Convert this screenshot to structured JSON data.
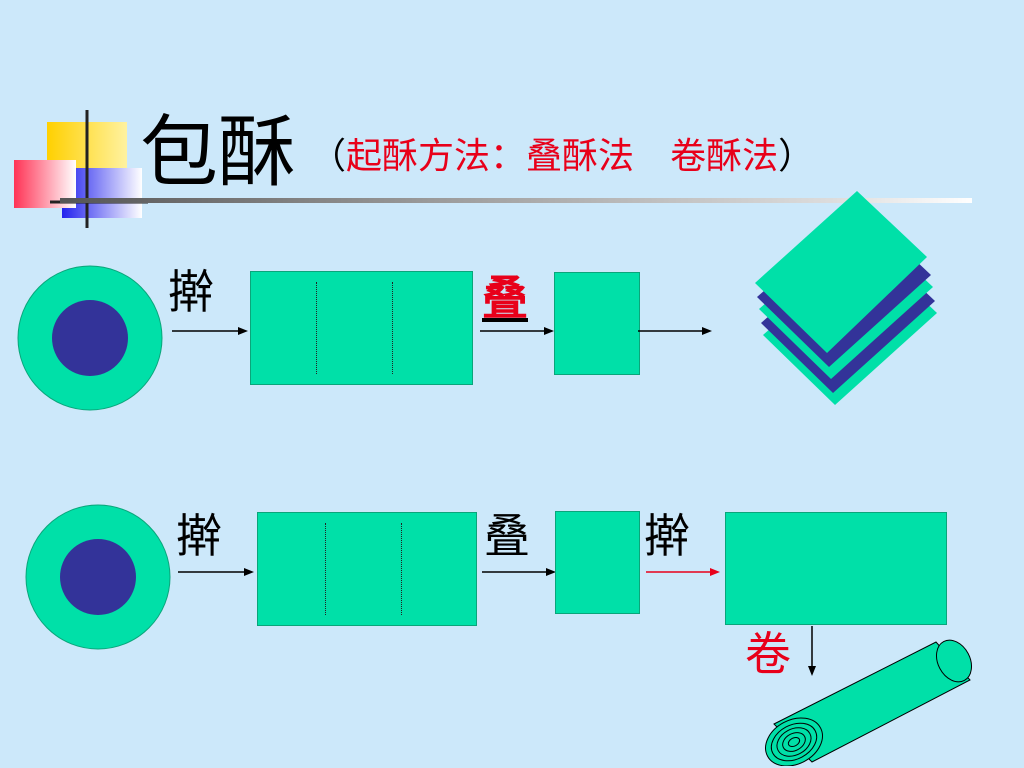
{
  "title": {
    "main": "包酥",
    "paren_open": "（",
    "sub_prefix": "起酥方法：",
    "method1": "叠酥法",
    "gap": "　",
    "method2": "卷酥法",
    "paren_close": "）"
  },
  "row1": {
    "step1": "擀",
    "step2": "叠"
  },
  "row2": {
    "step1": "擀",
    "step2": "叠",
    "step3": "擀",
    "step4": "卷"
  },
  "colors": {
    "background": "#cce8fa",
    "dough_green": "#00e0a8",
    "filling_blue": "#333399",
    "accent_red": "#e8001a"
  },
  "icons": [
    "title-decoration-icon",
    "dough-circle-icon",
    "arrow-icon",
    "layered-stack-icon",
    "rolled-log-icon"
  ]
}
